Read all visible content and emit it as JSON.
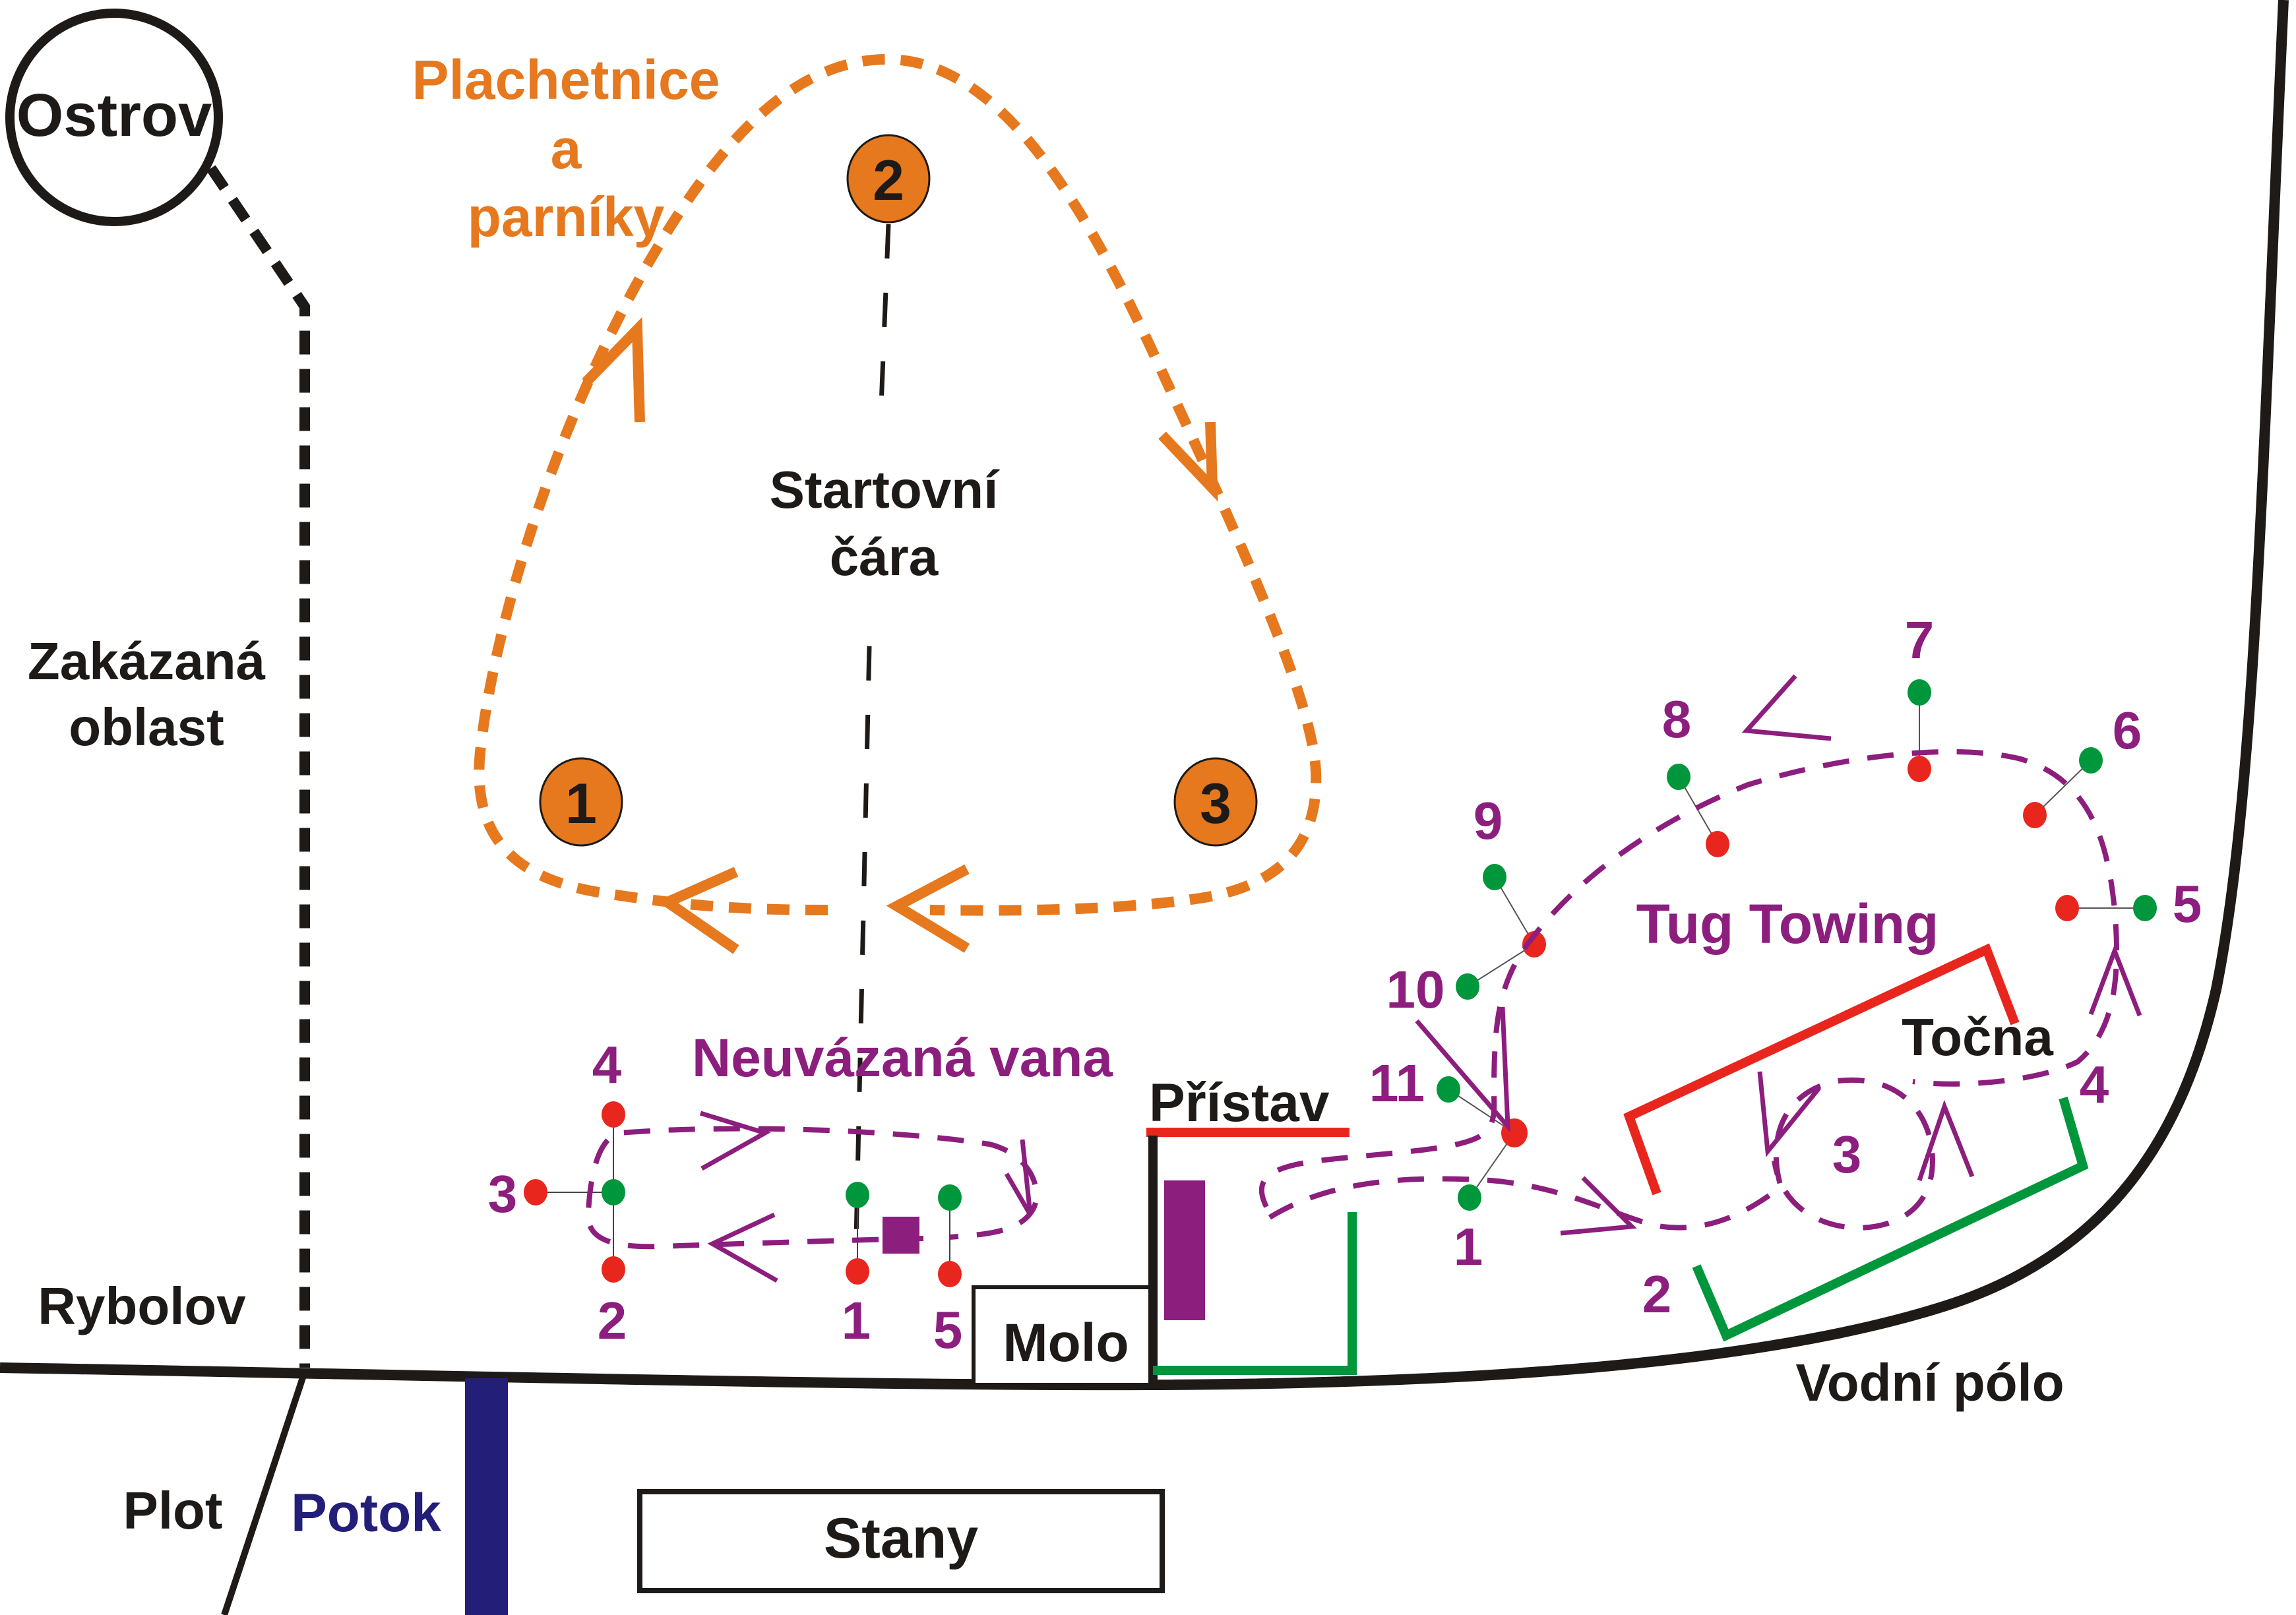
{
  "title": "Mapa závodiště",
  "colors": {
    "orange": "#e6781e",
    "purple": "#8c1e7d",
    "red": "#e8261e",
    "green": "#00963c",
    "navy": "#231e78",
    "black": "#1e1a17"
  },
  "labels": {
    "island": "Ostrov",
    "sailing_line1": "Plachetnice",
    "sailing_line2": "a",
    "sailing_line3": "parníky",
    "start_line1": "Startovní",
    "start_line2": "čára",
    "forbidden_line1": "Zakázaná",
    "forbidden_line2": "oblast",
    "fishing": "Rybolov",
    "fence": "Plot",
    "stream": "Potok",
    "tents": "Stany",
    "pier": "Molo",
    "harbor": "Přístav",
    "unmoored_tub": "Neuvázaná vana",
    "tug_towing": "Tug Towing",
    "turntable": "Točna",
    "water_polo": "Vodní pólo"
  },
  "sailing_buoys": [
    {
      "number": "1"
    },
    {
      "number": "2"
    },
    {
      "number": "3"
    }
  ],
  "tub_gates": [
    "1",
    "2",
    "3",
    "4",
    "5"
  ],
  "tug_gates": [
    "1",
    "2",
    "3",
    "4",
    "5",
    "6",
    "7",
    "8",
    "9",
    "10",
    "11"
  ]
}
